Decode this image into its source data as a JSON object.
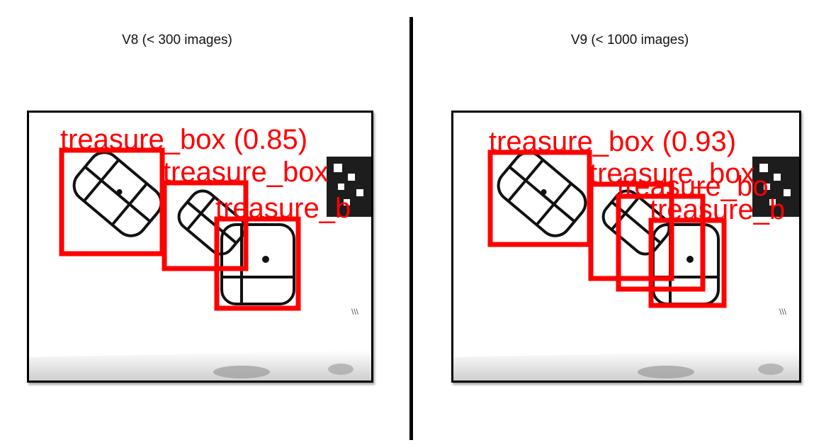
{
  "captions": {
    "left": "V8 (< 300 images)",
    "right": "V9 (< 1000 images)"
  },
  "colors": {
    "detection_box": "#ff0000",
    "divider": "#000000",
    "panel_border": "#000000"
  },
  "left_panel": {
    "detections": [
      {
        "label": "treasure_box (0.85)"
      },
      {
        "label": "treasure_box"
      },
      {
        "label": "treasure_b"
      }
    ]
  },
  "right_panel": {
    "detections": [
      {
        "label": "treasure_box (0.93)"
      },
      {
        "label": "treasure_box"
      },
      {
        "label": "treasure_bo"
      },
      {
        "label": "treasure_b"
      }
    ]
  }
}
